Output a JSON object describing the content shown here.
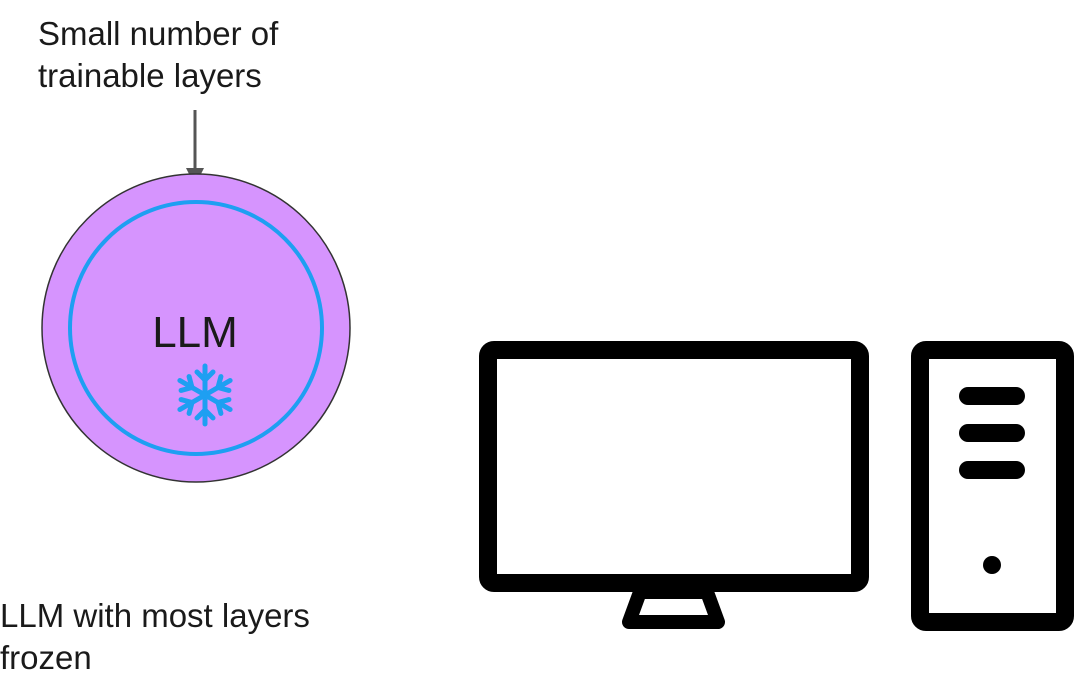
{
  "callout": {
    "text": "Small number of\ntrainable layers"
  },
  "llm_node": {
    "label": "LLM",
    "icon": "snowflake-icon"
  },
  "caption": {
    "text": "LLM with most layers\nfrozen"
  },
  "computer": {
    "icon": "desktop-computer-icon"
  },
  "colors": {
    "llm_fill": "#D694FE",
    "trainable_ring": "#1E9FF2",
    "snowflake": "#1E9FF2",
    "arrow": "#555555",
    "computer_stroke": "#000000"
  }
}
